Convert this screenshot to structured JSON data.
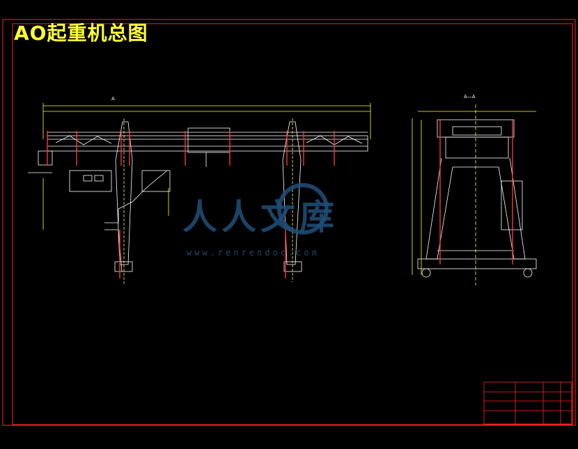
{
  "title": "AO起重机总图",
  "view_labels": {
    "front": "A",
    "section": "A—A"
  },
  "watermark": {
    "text": "人人文库",
    "url": "www.renrendoc.com"
  },
  "colors": {
    "background": "#000000",
    "border": "#ff2222",
    "drawing_lines": "#ffffff",
    "dimension_lines": "#ffff33",
    "center_lines": "#ff3333",
    "title_text": "#ffff33",
    "watermark": "#1f4f7a"
  }
}
